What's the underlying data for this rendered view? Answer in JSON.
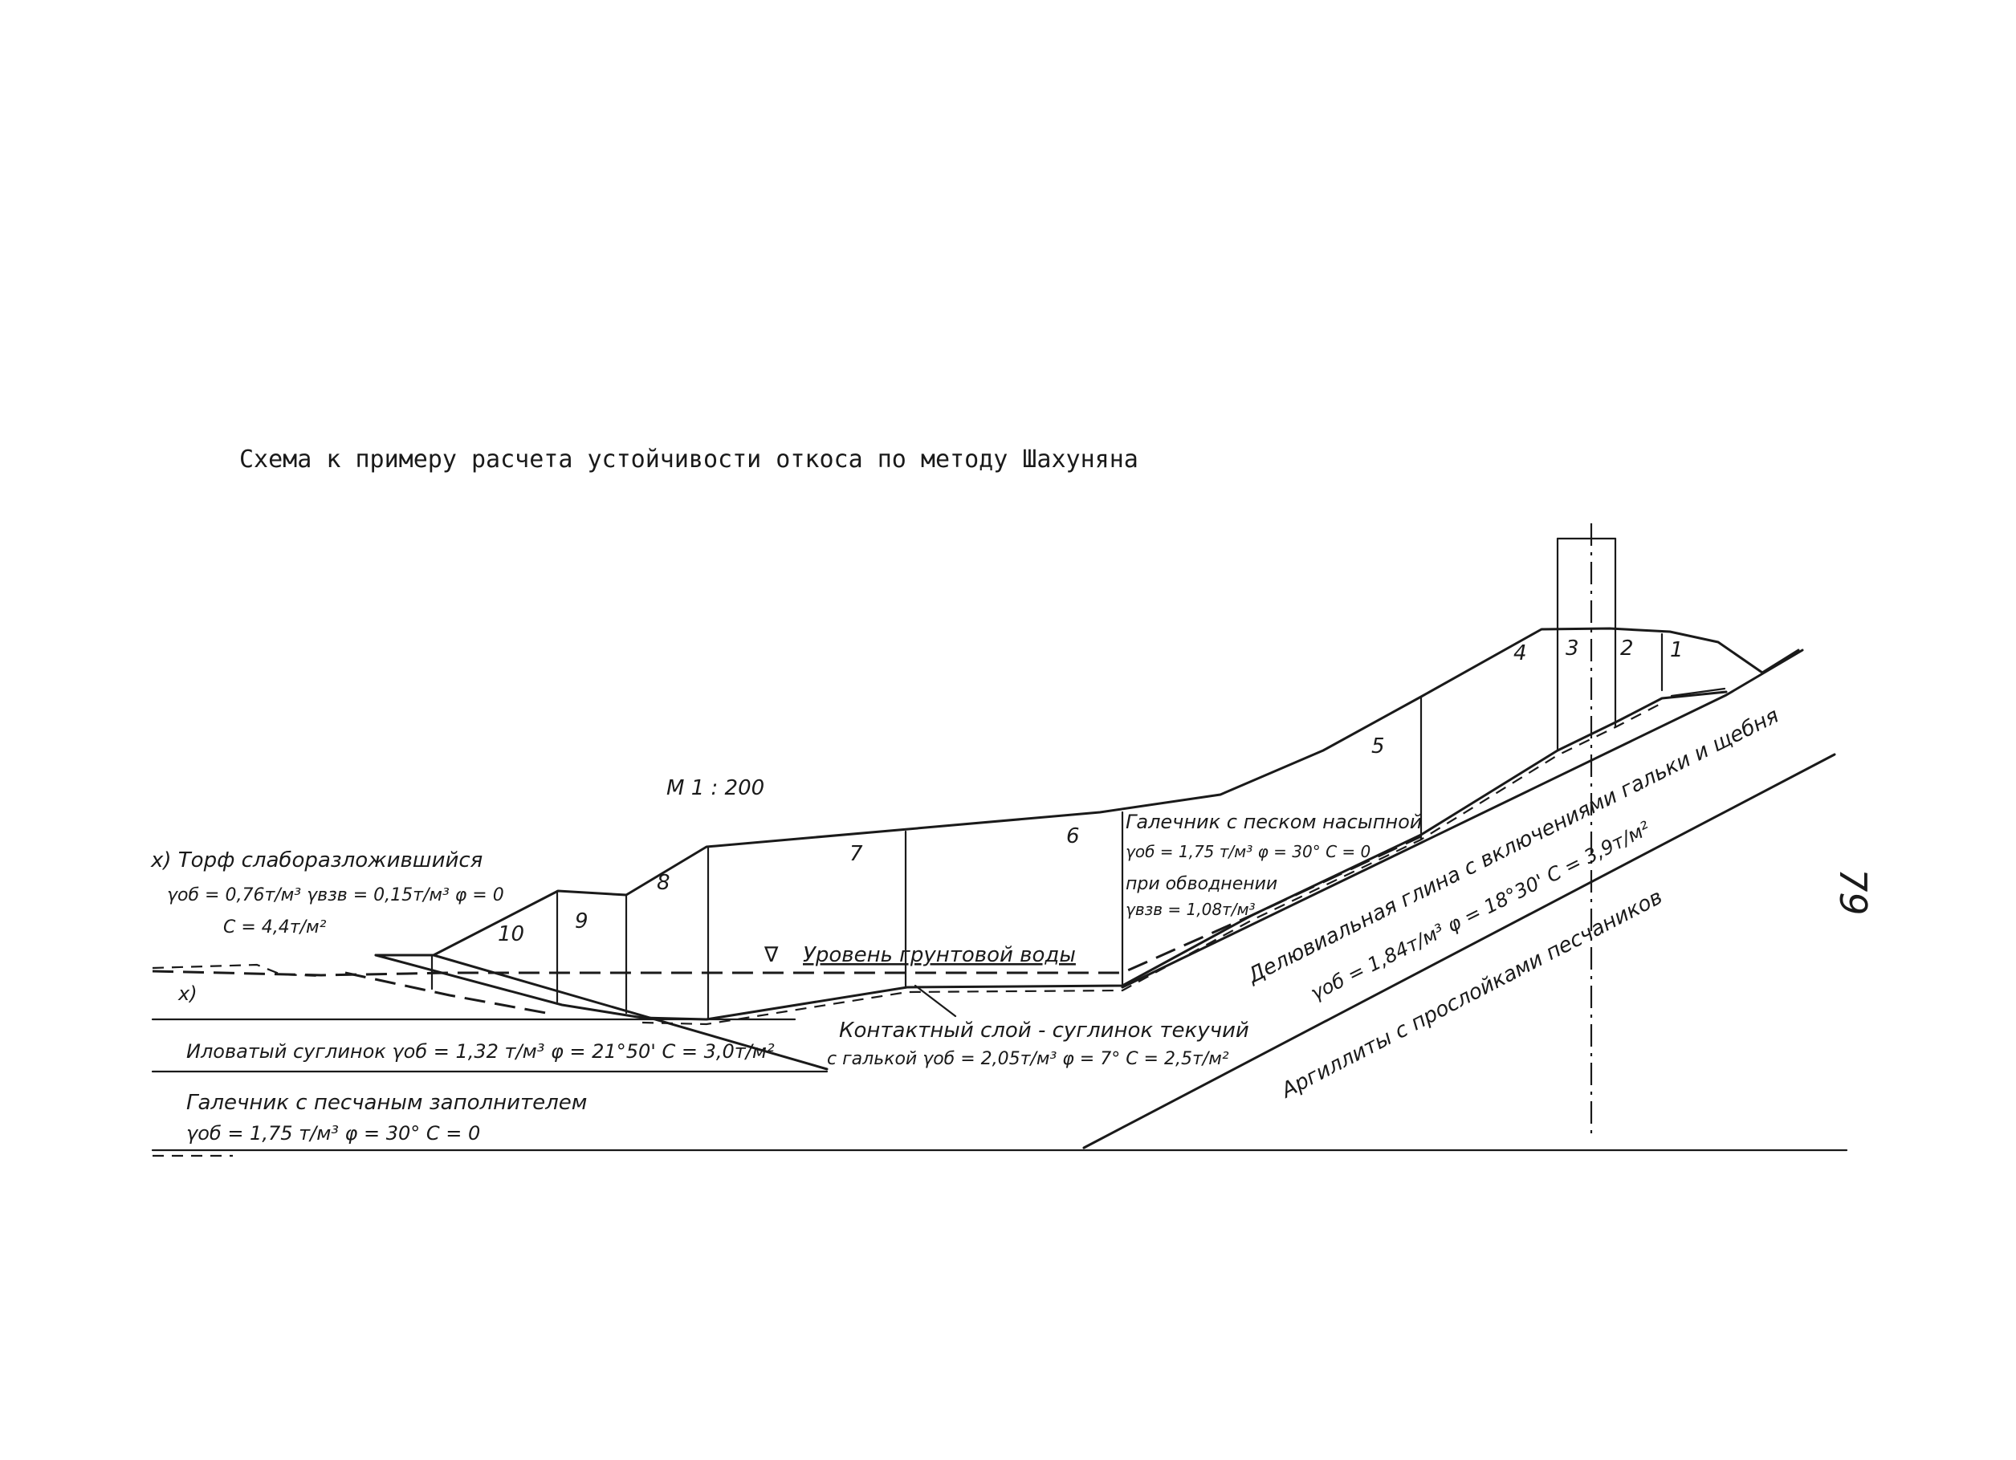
{
  "title": "Схема к примеру расчета устойчивости откоса по методу Шахуняна",
  "scale": "М 1 : 200",
  "page_number": "79",
  "slices": [
    "1",
    "2",
    "3",
    "4",
    "5",
    "6",
    "7",
    "8",
    "9",
    "10"
  ],
  "water_level": {
    "mark": "∇",
    "label": "Уровень грунтовой воды"
  },
  "layers": {
    "peat": {
      "name": "х) Торф слаборазложившийся",
      "params": "γоб = 0,76т/м³  γвзв = 0,15т/м³  φ = 0",
      "cohesion": "C = 4,4т/м²",
      "marker": "х)"
    },
    "fill": {
      "name": "Галечник с песком насыпной",
      "params": "γоб = 1,75 т/м³  φ = 30°  C = 0",
      "note": "при обводнении",
      "params2": "γвзв = 1,08т/м³"
    },
    "contact": {
      "name": "Контактный слой - суглинок текучий",
      "params": "с галькой γоб = 2,05т/м³  φ = 7°  C = 2,5т/м²"
    },
    "silty_loam": {
      "text": "Иловатый суглинок  γоб = 1,32 т/м³  φ = 21°50'  C = 3,0т/м²"
    },
    "gravel": {
      "name": "Галечник с песчаным заполнителем",
      "params": "γоб = 1,75 т/м³  φ = 30°  C = 0"
    },
    "deluvial": {
      "name": "Делювиальная глина с включениями гальки и щебня",
      "params": "γоб = 1,84т/м³  φ = 18°30'  C = 3,9т/м²"
    },
    "argillite": {
      "name": "Аргиллиты с прослойками песчаников"
    }
  }
}
